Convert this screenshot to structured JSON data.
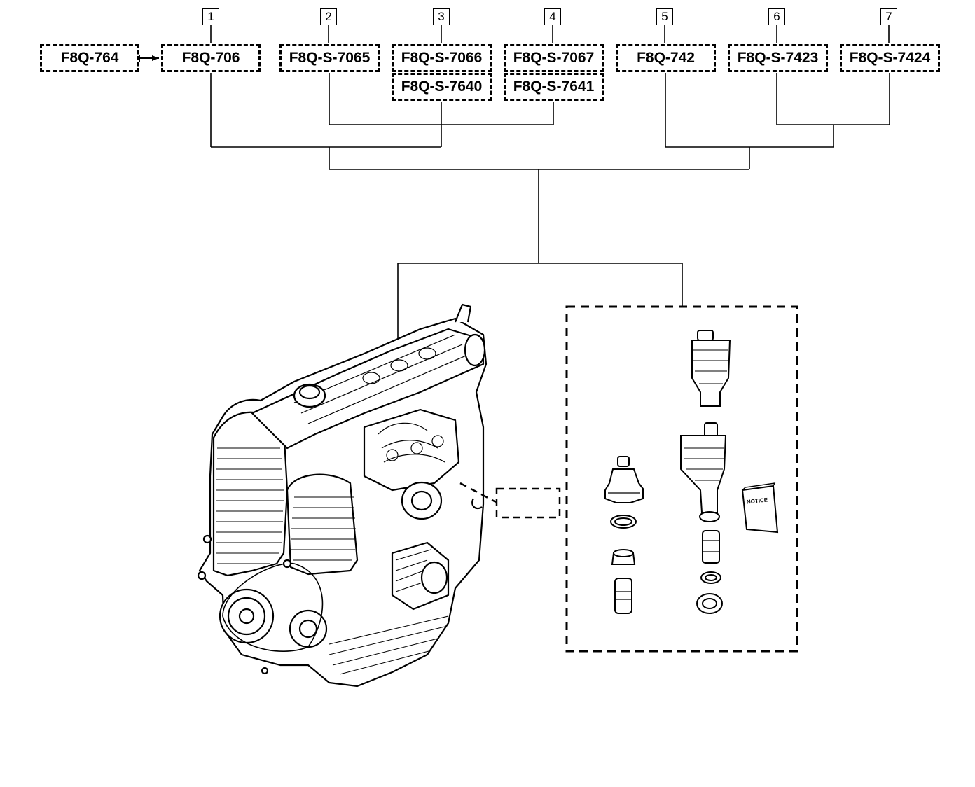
{
  "variants": {
    "numbers": [
      "1",
      "2",
      "3",
      "4",
      "5",
      "6",
      "7"
    ],
    "codes": {
      "c764": "F8Q-764",
      "c706": "F8Q-706",
      "cS7065": "F8Q-S-7065",
      "cS7066": "F8Q-S-7066",
      "cS7640": "F8Q-S-7640",
      "cS7067": "F8Q-S-7067",
      "cS7641": "F8Q-S-7641",
      "c742": "F8Q-742",
      "cS7423": "F8Q-S-7423",
      "cS7424": "F8Q-S-7424"
    }
  },
  "kit": {
    "notice_label": "NOTICE"
  },
  "icons": [
    "engine-assembly-icon",
    "thermostat-housing-icon",
    "fuel-filter-icon",
    "notice-booklet-icon"
  ]
}
